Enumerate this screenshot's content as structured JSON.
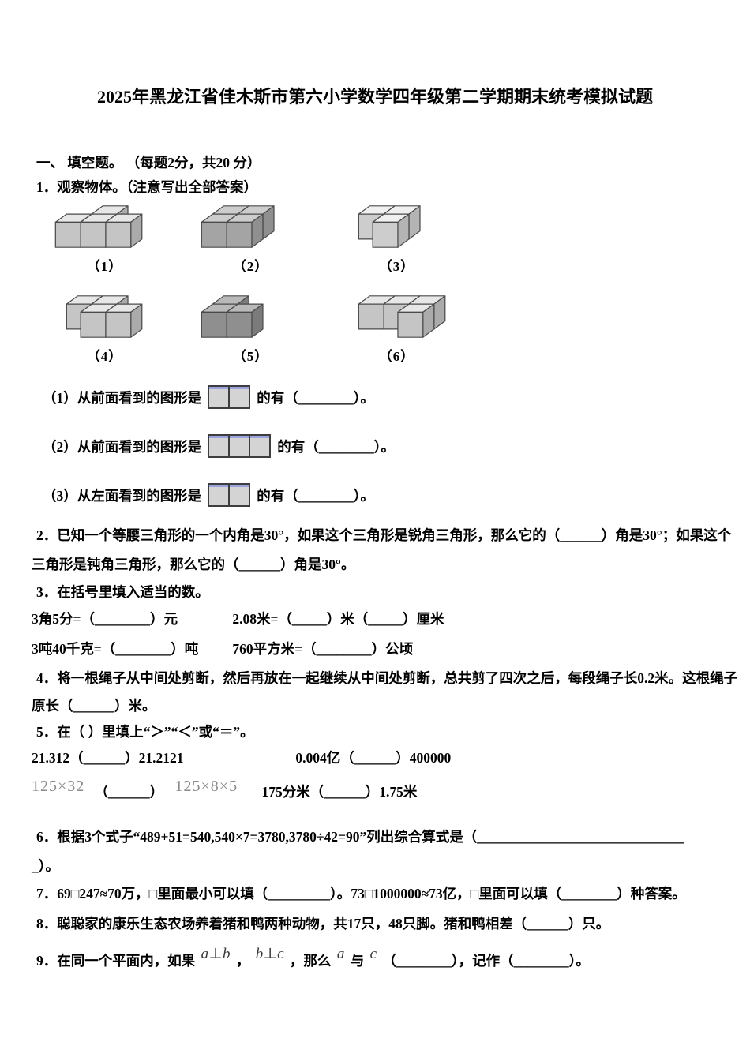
{
  "page_title": "2025年黑龙江省佳木斯市第六小学数学四年级第二学期期末统考模拟试题",
  "section": {
    "heading": "一、 填空题。 （每题2分，共20 分）",
    "q1": {
      "stem": "1．观察物体。（注意写出全部答案）",
      "figures": [
        {
          "label": "（1）",
          "shade": "light",
          "cubes": [
            [
              1,
              1
            ],
            [
              0,
              0
            ],
            [
              1,
              0
            ],
            [
              2,
              0
            ]
          ]
        },
        {
          "label": "（2）",
          "shade": "mid",
          "cubes": [
            [
              0,
              1
            ],
            [
              1,
              1
            ],
            [
              0,
              0
            ],
            [
              1,
              0
            ]
          ]
        },
        {
          "label": "（3）",
          "shade": "pale",
          "cubes": [
            [
              0,
              1
            ],
            [
              1,
              1
            ],
            [
              1,
              0
            ]
          ]
        },
        {
          "label": "（4）",
          "shade": "light",
          "cubes": [
            [
              0,
              1
            ],
            [
              1,
              1
            ],
            [
              1,
              0
            ],
            [
              2,
              0
            ]
          ]
        },
        {
          "label": "（5）",
          "shade": "dark",
          "cubes": [
            [
              0,
              1
            ],
            [
              0,
              0
            ],
            [
              1,
              0
            ]
          ]
        },
        {
          "label": "（6）",
          "shade": "light",
          "cubes": [
            [
              0,
              1
            ],
            [
              1,
              1
            ],
            [
              2,
              1
            ],
            [
              2,
              0
            ]
          ]
        }
      ],
      "sub1": {
        "prefix": "（1）从前面看到的图形是",
        "boxes": 2,
        "suffix": "的有（________）。"
      },
      "sub2": {
        "prefix": "（2）从前面看到的图形是",
        "boxes": 3,
        "suffix": "的有（________）。"
      },
      "sub3": {
        "prefix": "（3）从左面看到的图形是",
        "boxes": 2,
        "suffix": "的有（________）。"
      }
    },
    "q2": {
      "line1": "2．已知一个等腰三角形的一个内角是30°，如果这个三角形是锐角三角形，那么它的（______）角是30°；如果这个",
      "line2": "三角形是钝角三角形，那么它的（______）角是30°。"
    },
    "q3": {
      "stem": "3．在括号里填入适当的数。",
      "row1_left": "3角5分=（________）元",
      "row1_right": "2.08米=（_____）米（_____）厘米",
      "row2_left": "3吨40千克=（________）吨",
      "row2_right": "760平方米=（________）公顷"
    },
    "q4": {
      "line1": "4．将一根绳子从中间处剪断，然后再放在一起继续从中间处剪断，总共剪了四次之后，每段绳子长0.2米。这根绳子",
      "line2": "原长（______）米。"
    },
    "q5": {
      "stem": "5．在（  ）里填上“＞”“＜”或“＝”。",
      "row1_left": "21.312（______）21.2121",
      "row1_right": "0.004亿（______）400000",
      "row2_math1": "125×32",
      "row2_blank": "（______）",
      "row2_math2": "125×8×5",
      "row2_rest": "175分米（______）1.75米"
    },
    "q6": {
      "line1": "6．根据3个式子“489+51=540,540×7=3780,3780÷42=90”列出综合算式是（______________________________",
      "line2": "_）。"
    },
    "q7": {
      "stem": "7．69□247≈70万，□里面最小可以填（_________）。73□1000000≈73亿，□里面可以填（________）种答案。"
    },
    "q8": {
      "stem": "8．聪聪家的康乐生态农场养着猪和鸭两种动物，共17只，48只脚。猪和鸭相差（______）只。"
    },
    "q9": {
      "prefix": "9．在同一个平面内，如果",
      "math1": "a⊥b",
      "sep1": "，",
      "math2": "b⊥c",
      "sep2": "，那么",
      "math3": "a",
      "mid": "与",
      "math4": "c",
      "rest": "（________），记作（________）。"
    }
  },
  "colors": {
    "cube_outline": "#4a4a4a",
    "box_cell_fill": "#d4d4d4",
    "box_cell_highlight": "#9aa3dc",
    "cube_shades": {
      "light": {
        "top": "#e7e7e7",
        "front": "#c5c5c5",
        "right": "#ababab"
      },
      "mid": {
        "top": "#cccccc",
        "front": "#a4a4a4",
        "right": "#8f8f8f"
      },
      "dark": {
        "top": "#b9b9b9",
        "front": "#8f8f8f",
        "right": "#7b7b7b"
      },
      "pale": {
        "top": "#f0f0f0",
        "front": "#cdcdcd",
        "right": "#b4b4b4"
      }
    }
  }
}
